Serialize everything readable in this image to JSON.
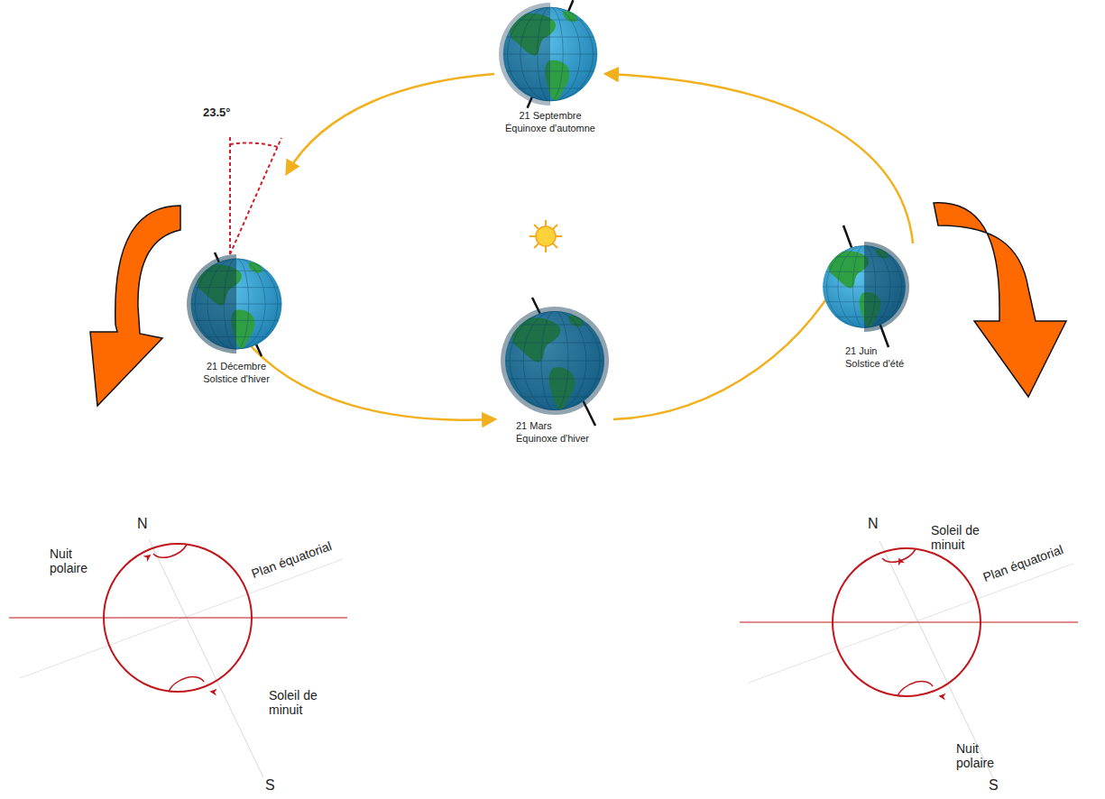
{
  "diagram": {
    "labels": [
      "23.5°",
      "21 Septembre",
      "Équinoxe d'automne",
      "21 Décembre",
      "Solstice d'hiver",
      "21 Mars",
      "Équinoxe d'hiver",
      "21 Juin",
      "Solstice d'été",
      "N",
      "Nuit polaire",
      "Plan équatorial",
      "Soleil de minuit",
      "S",
      "N",
      "Soleil de minuit",
      "Plan équatorial",
      "Nuit polaire",
      "S"
    ]
  }
}
